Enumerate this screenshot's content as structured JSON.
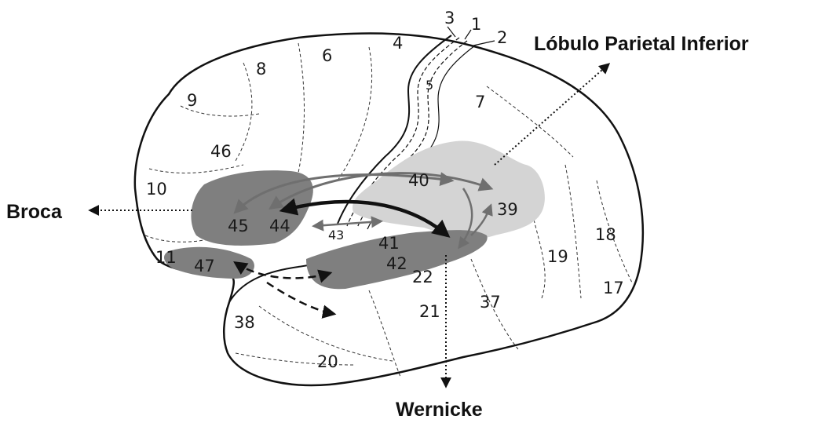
{
  "labels": {
    "parietal": "Lóbulo Parietal Inferior",
    "broca": "Broca",
    "wernicke": "Wernicke"
  },
  "areas": {
    "a1": "1",
    "a2": "2",
    "a3": "3",
    "a4": "4",
    "a5": "5",
    "a6": "6",
    "a7": "7",
    "a8": "8",
    "a9": "9",
    "a10": "10",
    "a11": "11",
    "a17": "17",
    "a18": "18",
    "a19": "19",
    "a20": "20",
    "a21": "21",
    "a22": "22",
    "a37": "37",
    "a38": "38",
    "a39": "39",
    "a40": "40",
    "a41": "41",
    "a42": "42",
    "a43": "43",
    "a44": "44",
    "a45": "45",
    "a46": "46",
    "a47": "47"
  },
  "colors": {
    "region_dark": "#7f7f7f",
    "region_light": "#d4d4d4",
    "outline": "#111111",
    "arrow_dark": "#111111",
    "arrow_gray": "#6f6f6f"
  }
}
